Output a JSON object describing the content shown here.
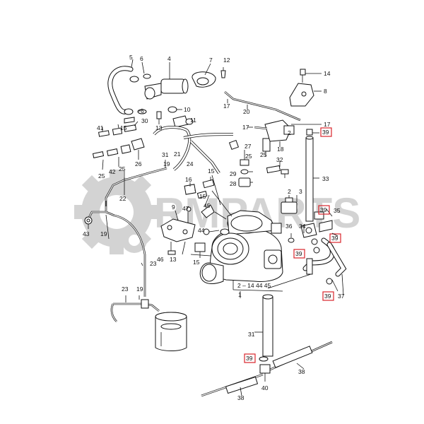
{
  "watermark": {
    "text": "RMPARTS",
    "color": "#cfcfcf"
  },
  "highlight_color": "#d8262c",
  "callouts": [
    {
      "id": "c5",
      "text": "5"
    },
    {
      "id": "c6a",
      "text": "6"
    },
    {
      "id": "c4",
      "text": "4"
    },
    {
      "id": "c7",
      "text": "7"
    },
    {
      "id": "c12",
      "text": "12"
    },
    {
      "id": "c14",
      "text": "14"
    },
    {
      "id": "c8",
      "text": "8"
    },
    {
      "id": "c6b",
      "text": "6"
    },
    {
      "id": "c10",
      "text": "10"
    },
    {
      "id": "c11",
      "text": "11"
    },
    {
      "id": "c13a",
      "text": "13"
    },
    {
      "id": "c17a",
      "text": "17"
    },
    {
      "id": "c20",
      "text": "20"
    },
    {
      "id": "c17b",
      "text": "17"
    },
    {
      "id": "c17c",
      "text": "17"
    },
    {
      "id": "c2a",
      "text": "2"
    },
    {
      "id": "c41",
      "text": "41"
    },
    {
      "id": "c30",
      "text": "30"
    },
    {
      "id": "c15a",
      "text": "15"
    },
    {
      "id": "c18",
      "text": "18"
    },
    {
      "id": "c39a",
      "text": "39"
    },
    {
      "id": "c27",
      "text": "27"
    },
    {
      "id": "c31a",
      "text": "31"
    },
    {
      "id": "c21",
      "text": "21"
    },
    {
      "id": "c25a",
      "text": "25"
    },
    {
      "id": "c26",
      "text": "26"
    },
    {
      "id": "c19a",
      "text": "19"
    },
    {
      "id": "c24",
      "text": "24"
    },
    {
      "id": "c25b",
      "text": "25"
    },
    {
      "id": "c32",
      "text": "32"
    },
    {
      "id": "c25c",
      "text": "25"
    },
    {
      "id": "c42",
      "text": "42"
    },
    {
      "id": "c25d",
      "text": "25"
    },
    {
      "id": "c15b",
      "text": "15"
    },
    {
      "id": "c29",
      "text": "29"
    },
    {
      "id": "c28",
      "text": "28"
    },
    {
      "id": "c33",
      "text": "33"
    },
    {
      "id": "c16",
      "text": "16"
    },
    {
      "id": "c15c",
      "text": "15"
    },
    {
      "id": "c22",
      "text": "22"
    },
    {
      "id": "c2b",
      "text": "2"
    },
    {
      "id": "c3",
      "text": "3"
    },
    {
      "id": "c9",
      "text": "9"
    },
    {
      "id": "c47",
      "text": "47"
    },
    {
      "id": "c45",
      "text": "45"
    },
    {
      "id": "c39b",
      "text": "39"
    },
    {
      "id": "c35",
      "text": "35"
    },
    {
      "id": "c43",
      "text": "43"
    },
    {
      "id": "c19b",
      "text": "19"
    },
    {
      "id": "c36",
      "text": "36"
    },
    {
      "id": "c34",
      "text": "34"
    },
    {
      "id": "c44",
      "text": "44"
    },
    {
      "id": "c39c",
      "text": "39"
    },
    {
      "id": "c13b",
      "text": "13"
    },
    {
      "id": "c46",
      "text": "46"
    },
    {
      "id": "c15d",
      "text": "15"
    },
    {
      "id": "c39d",
      "text": "39"
    },
    {
      "id": "c23a",
      "text": "23"
    },
    {
      "id": "c1",
      "text": "1"
    },
    {
      "id": "c39e",
      "text": "39"
    },
    {
      "id": "c37",
      "text": "37"
    },
    {
      "id": "c23b",
      "text": "23"
    },
    {
      "id": "c19c",
      "text": "19"
    },
    {
      "id": "c31b",
      "text": "31"
    },
    {
      "id": "c39f",
      "text": "39"
    },
    {
      "id": "c38a",
      "text": "38"
    },
    {
      "id": "c40",
      "text": "40"
    },
    {
      "id": "c38b",
      "text": "38"
    }
  ],
  "dimension_label": {
    "text": "2 – 14  44  45"
  }
}
